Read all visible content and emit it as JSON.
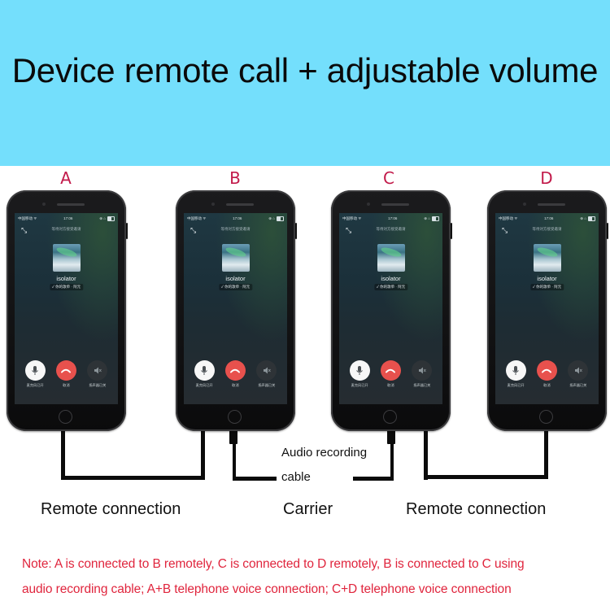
{
  "banner": {
    "title": "Device remote call + adjustable volume",
    "background_color": "#74dffc"
  },
  "phones": [
    {
      "label": "A",
      "status_bar": {
        "carrier": "中国移动 ᯤ",
        "time": "17:06",
        "right_icons": "⊕ ⌂"
      },
      "waiting_text": "等待对方接受邀请",
      "song_title": "isolator",
      "song_subtitle": "✓ 你的歌单 · 阿元",
      "controls": [
        {
          "icon": "microphone-icon",
          "label": "麦克风已开"
        },
        {
          "icon": "hangup-icon",
          "label": "取消"
        },
        {
          "icon": "speaker-muted-icon",
          "label": "扬声器已关"
        }
      ]
    },
    {
      "label": "B",
      "status_bar": {
        "carrier": "中国移动 ᯤ",
        "time": "17:06",
        "right_icons": "⊕ ⌂"
      },
      "waiting_text": "等待对方接受邀请",
      "song_title": "isolator",
      "song_subtitle": "✓ 你的歌单 · 阿元",
      "controls": [
        {
          "icon": "microphone-icon",
          "label": "麦克风已开"
        },
        {
          "icon": "hangup-icon",
          "label": "取消"
        },
        {
          "icon": "speaker-muted-icon",
          "label": "扬声器已关"
        }
      ]
    },
    {
      "label": "C",
      "status_bar": {
        "carrier": "中国移动 ᯤ",
        "time": "17:06",
        "right_icons": "⊕ ⌂"
      },
      "waiting_text": "等待对方接受邀请",
      "song_title": "isolator",
      "song_subtitle": "✓ 你的歌单 · 阿元",
      "controls": [
        {
          "icon": "microphone-icon",
          "label": "麦克风已开"
        },
        {
          "icon": "hangup-icon",
          "label": "取消"
        },
        {
          "icon": "speaker-muted-icon",
          "label": "扬声器已关"
        }
      ]
    },
    {
      "label": "D",
      "status_bar": {
        "carrier": "中国移动 ᯤ",
        "time": "17:06",
        "right_icons": "⊕ ⌂"
      },
      "waiting_text": "等待对方接受邀请",
      "song_title": "isolator",
      "song_subtitle": "✓ 你的歌单 · 阿元",
      "controls": [
        {
          "icon": "microphone-icon",
          "label": "麦克风已开"
        },
        {
          "icon": "hangup-icon",
          "label": "取消"
        },
        {
          "icon": "speaker-muted-icon",
          "label": "扬声器已关"
        }
      ]
    }
  ],
  "diagram": {
    "cable_annotation_line1": "Audio recording",
    "cable_annotation_line2": "cable",
    "left_section": "Remote connection",
    "middle_section": "Carrier",
    "right_section": "Remote connection"
  },
  "note": {
    "line1": "Note: A is connected to B remotely, C is connected to D remotely, B is connected to C using",
    "line2": "audio recording cable; A+B telephone voice connection; C+D telephone voice connection",
    "color": "#e0253d"
  },
  "colors": {
    "label_color": "#c21a4a",
    "hangup_red": "#e8514d"
  }
}
